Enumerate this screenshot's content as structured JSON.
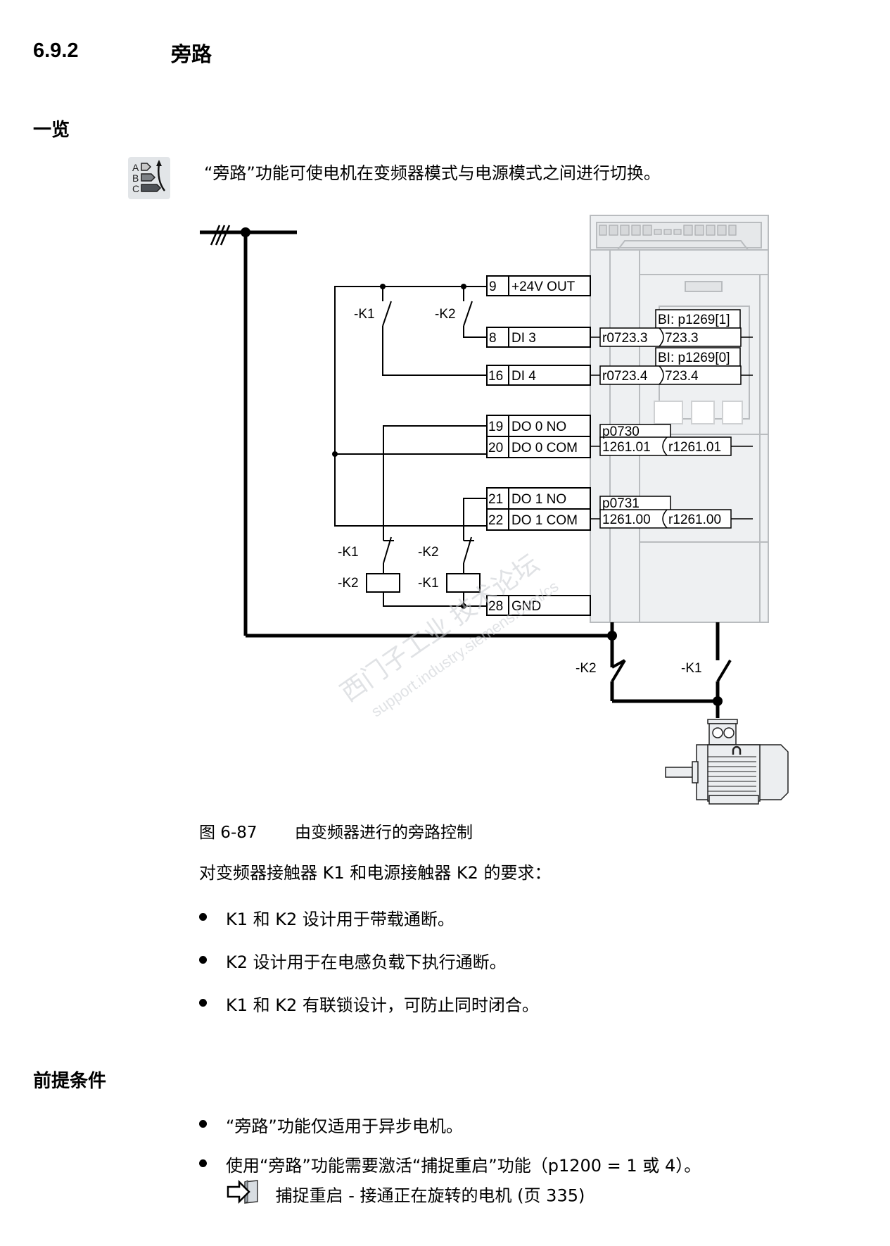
{
  "section": {
    "number": "6.9.2",
    "title": "旁路"
  },
  "overview": {
    "heading": "一览",
    "icon": "function-abc-arrow-icon",
    "intro": "“旁路”功能可使电机在变频器模式与电源模式之间进行切换。"
  },
  "diagram": {
    "power_line_marker": "///",
    "contacts_top": [
      {
        "label": "-K1"
      },
      {
        "label": "-K2"
      }
    ],
    "terminals": [
      {
        "num": "9",
        "name": "+24V OUT"
      },
      {
        "num": "8",
        "name": "DI 3"
      },
      {
        "num": "16",
        "name": "DI 4"
      },
      {
        "num": "19",
        "name": "DO 0 NO"
      },
      {
        "num": "20",
        "name": "DO 0 COM"
      },
      {
        "num": "21",
        "name": "DO 1 NO"
      },
      {
        "num": "22",
        "name": "DO 1 COM"
      },
      {
        "num": "28",
        "name": "GND"
      }
    ],
    "signals": {
      "di3_param": "BI: p1269[1]",
      "di3_source": "r0723.3",
      "di3_value": "723.3",
      "di4_param": "BI: p1269[0]",
      "di4_source": "r0723.4",
      "di4_value": "723.4",
      "do0_param": "p0730",
      "do0_value": "1261.01",
      "do0_source": "r1261.01",
      "do1_param": "p0731",
      "do1_value": "1261.00",
      "do1_source": "r1261.00"
    },
    "interlock": {
      "contact_1": "-K1",
      "coil_1": "-K2",
      "contact_2": "-K2",
      "coil_2": "-K1"
    },
    "main_contacts": {
      "mains": "-K2",
      "inverter": "-K1"
    },
    "watermark_1": "西门子工业 技术论坛",
    "watermark_2": "support.industry.siemens.com/cs"
  },
  "figure": {
    "label": "图 6-87",
    "caption": "由变频器进行的旁路控制"
  },
  "requirements": {
    "intro": "对变频器接触器 K1 和电源接触器 K2 的要求：",
    "items": [
      "K1 和 K2 设计用于带载通断。",
      "K2 设计用于在电感负载下执行通断。",
      "K1 和 K2 有联锁设计，可防止同时闭合。"
    ]
  },
  "prerequisites": {
    "heading": "前提条件",
    "items": [
      "“旁路”功能仅适用于异步电机。",
      "使用“旁路”功能需要激活“捕捉重启”功能（p1200 = 1 或 4）。"
    ],
    "xref_icon": "book-arrow-icon",
    "xref": "捕捉重启 - 接通正在旋转的电机 (页 335)"
  }
}
